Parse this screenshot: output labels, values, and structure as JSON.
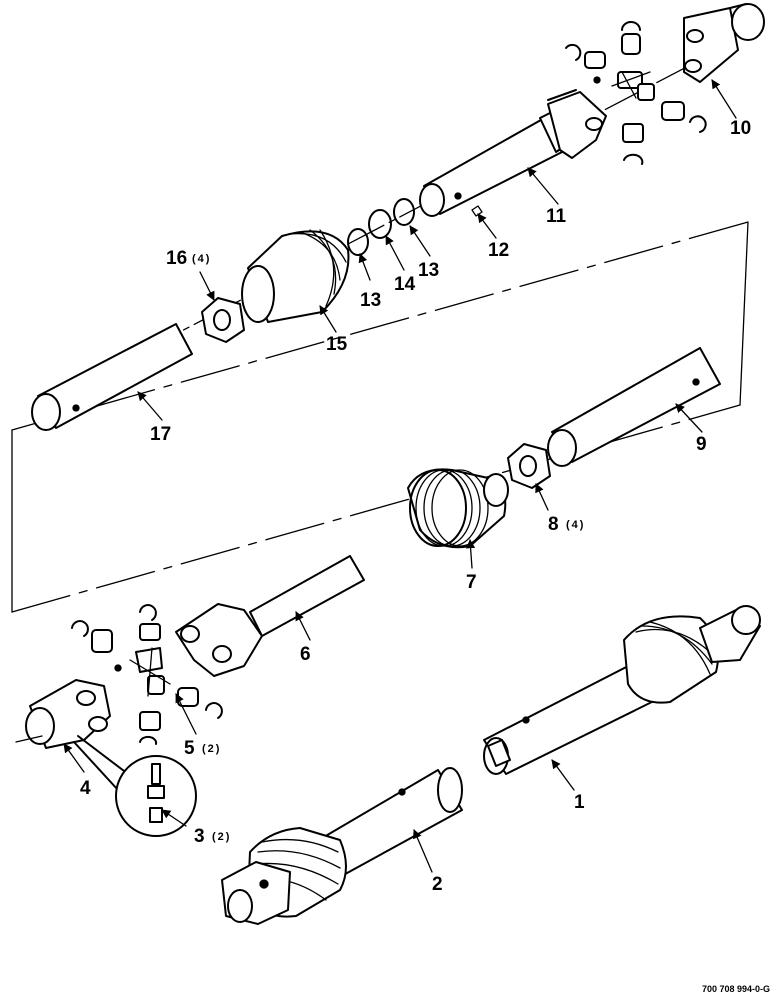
{
  "callouts": {
    "c1": "1",
    "c2": "2",
    "c3": "3",
    "c3_qty": "(2)",
    "c4": "4",
    "c5": "5",
    "c5_qty": "(2)",
    "c6": "6",
    "c7": "7",
    "c8": "8",
    "c8_qty": "(4)",
    "c9": "9",
    "c10": "10",
    "c11": "11",
    "c12": "12",
    "c13a": "13",
    "c13b": "13",
    "c14": "14",
    "c15": "15",
    "c16": "16",
    "c16_qty": "(4)",
    "c17": "17"
  },
  "figure_code": "700 708 994-0-G"
}
